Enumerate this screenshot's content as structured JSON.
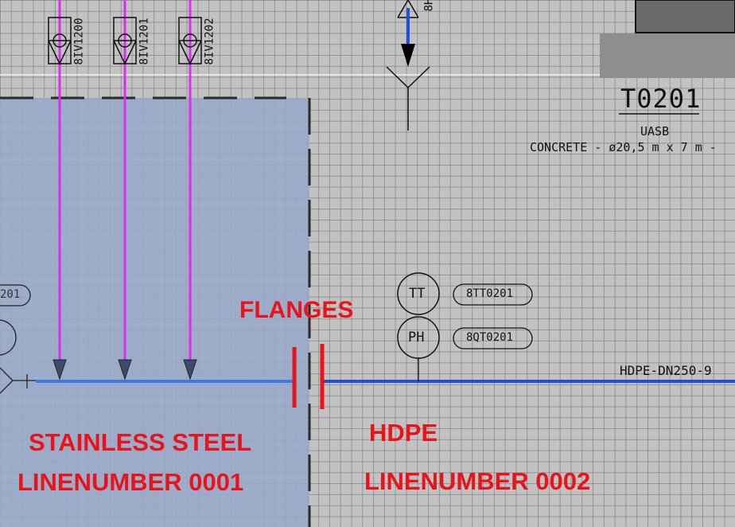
{
  "valves": [
    {
      "tag": "8IV1200"
    },
    {
      "tag": "8IV1201"
    },
    {
      "tag": "8IV1202"
    }
  ],
  "top_partial_tag": "8H",
  "tank": {
    "id": "T0201",
    "type": "UASB",
    "spec": "CONCRETE - ø20,5 m x 7 m -"
  },
  "left_partial_tag": "201",
  "instruments": [
    {
      "symbol": "TT",
      "tag": "8TT0201"
    },
    {
      "symbol": "PH",
      "tag": "8QT0201"
    }
  ],
  "line_label": "HDPE-DN250-9",
  "annotations": {
    "flanges": "FLANGES",
    "left_material": "STAINLESS STEEL",
    "left_line": "LINENUMBER 0001",
    "right_material": "HDPE",
    "right_line": "LINENUMBER 0002"
  },
  "colors": {
    "stainless_zone": "#97a8c8",
    "pipe_blue": "#1f4fe0",
    "pipe_light_blue": "#3f78e8",
    "magenta_line": "#e02cf0",
    "annotation_red": "#e8131b"
  }
}
